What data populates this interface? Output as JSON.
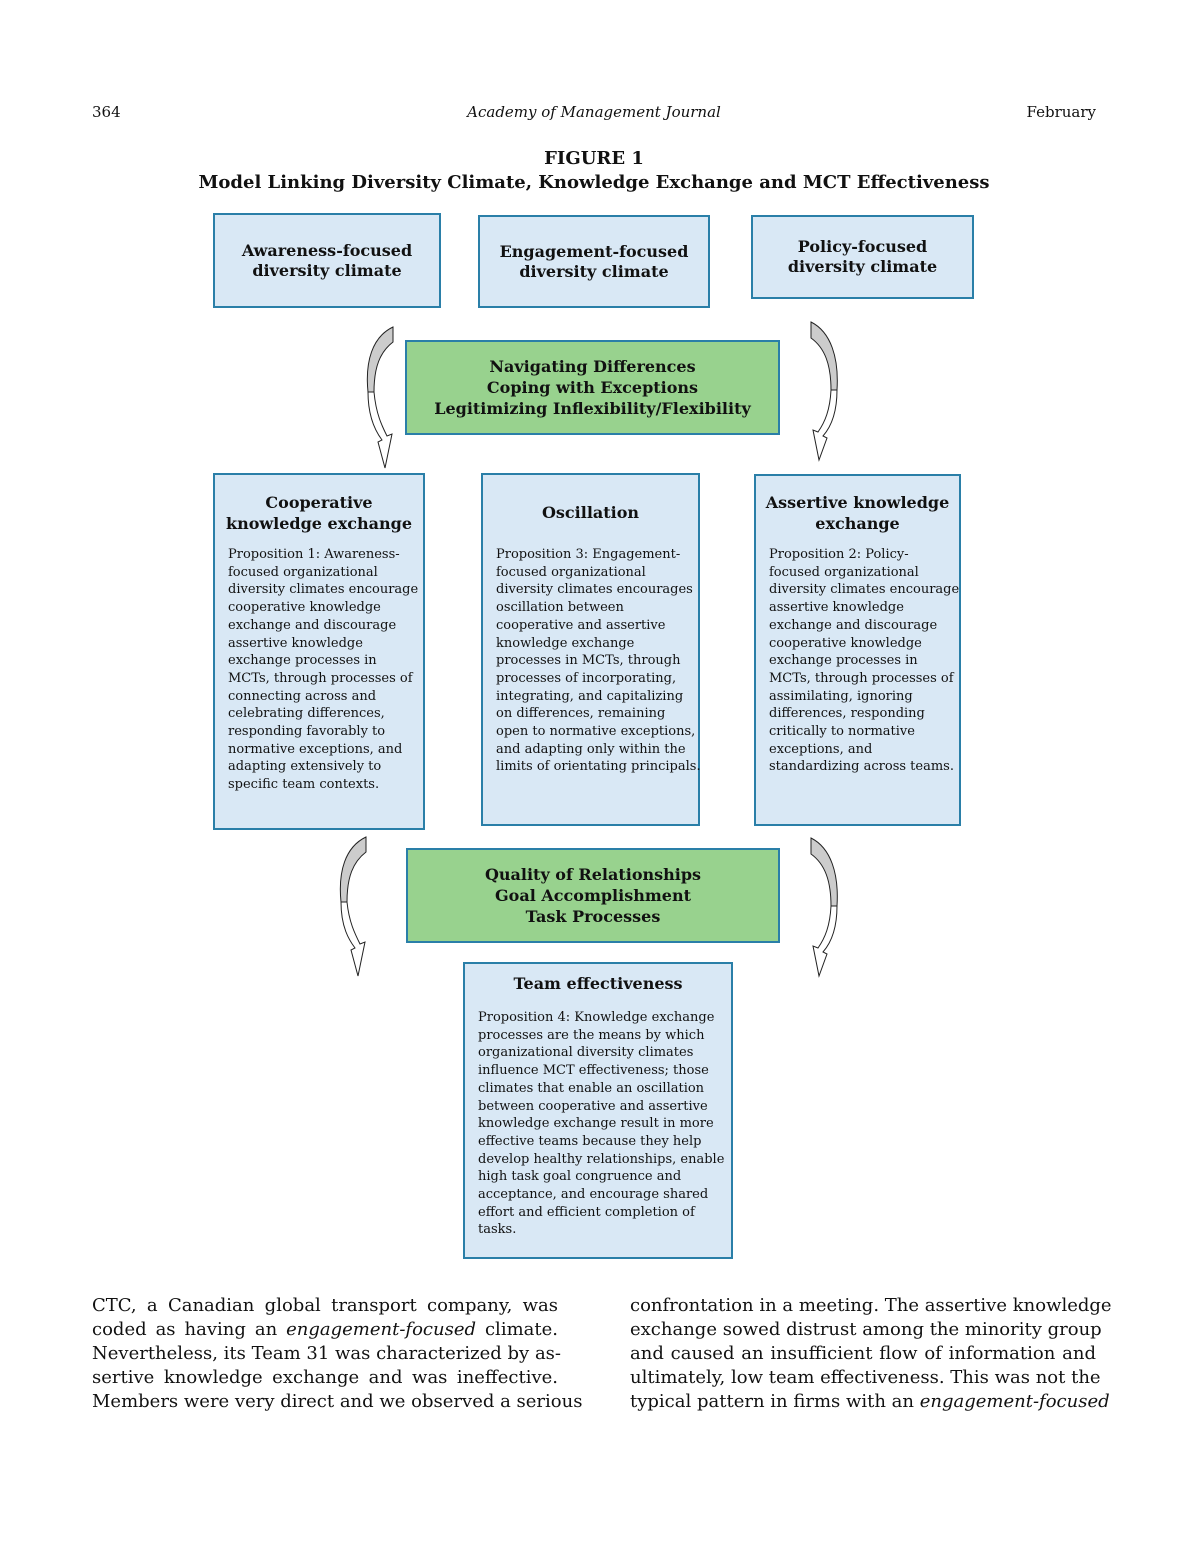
{
  "header": {
    "page_number": "364",
    "journal": "Academy of Management Journal",
    "month": "February"
  },
  "figure": {
    "number": "FIGURE 1",
    "title": "Model Linking Diversity Climate, Knowledge Exchange and MCT Effectiveness",
    "climates": [
      {
        "lines": [
          "Awareness-focused",
          "diversity climate"
        ]
      },
      {
        "lines": [
          "Engagement-focused",
          "diversity climate"
        ]
      },
      {
        "lines": [
          "Policy-focused",
          "diversity climate"
        ]
      }
    ],
    "mediators_top": [
      "Navigating Differences",
      "Coping with Exceptions",
      "Legitimizing Inflexibility/Flexibility"
    ],
    "exchanges": [
      {
        "title": [
          "Cooperative",
          "knowledge exchange"
        ],
        "body": [
          "Proposition 1: Awareness-",
          "focused organizational",
          "diversity climates encourage",
          "cooperative knowledge",
          "exchange and discourage",
          "assertive knowledge",
          "exchange processes in",
          "MCTs, through processes of",
          "connecting across and",
          "celebrating differences,",
          "responding favorably to",
          "normative exceptions, and",
          "adapting extensively to",
          "specific team contexts."
        ]
      },
      {
        "title": [
          "Oscillation"
        ],
        "body": [
          "Proposition 3: Engagement-",
          "focused organizational",
          "diversity climates encourages",
          "oscillation between",
          "cooperative and assertive",
          "knowledge exchange",
          "processes in MCTs, through",
          "processes of incorporating,",
          "integrating, and capitalizing",
          "on differences, remaining",
          "open to normative exceptions,",
          "and adapting only within the",
          "limits of orientating principals."
        ]
      },
      {
        "title": [
          "Assertive knowledge",
          "exchange"
        ],
        "body": [
          "Proposition 2: Policy-",
          "focused organizational",
          "diversity climates encourage",
          "assertive knowledge",
          "exchange and discourage",
          "cooperative knowledge",
          "exchange processes in",
          "MCTs, through processes of",
          "assimilating, ignoring",
          "differences, responding",
          "critically to normative",
          "exceptions, and",
          "standardizing across teams."
        ]
      }
    ],
    "mediators_bottom": [
      "Quality of Relationships",
      "Goal Accomplishment",
      "Task Processes"
    ],
    "outcome": {
      "title": "Team effectiveness",
      "body": [
        "Proposition 4: Knowledge exchange",
        "processes are the means by which",
        "organizational diversity climates",
        "influence MCT effectiveness; those",
        "climates that enable an oscillation",
        "between cooperative and assertive",
        "knowledge exchange result in more",
        "effective teams because they help",
        "develop healthy relationships, enable",
        "high task goal congruence and",
        "acceptance, and encourage shared",
        "effort and efficient completion of",
        "tasks."
      ]
    }
  },
  "body_text": {
    "left": {
      "l1": "CTC, a Canadian global transport company, was",
      "l2a": "coded as having an ",
      "l2b": "engagement-focused",
      "l2c": " climate.",
      "l3": "Nevertheless, its Team 31 was characterized by as-",
      "l4": "sertive knowledge exchange and was ineffective.",
      "l5": "Members were very direct and we observed a serious"
    },
    "right": {
      "l1": "confrontation in a meeting. The assertive knowledge",
      "l2": "exchange sowed distrust among the minority group",
      "l3": "and caused an insufficient flow of information and",
      "l4": "ultimately, low team effectiveness. This was not the",
      "l5a": "typical pattern in firms with an ",
      "l5b": "engagement-focused"
    }
  }
}
